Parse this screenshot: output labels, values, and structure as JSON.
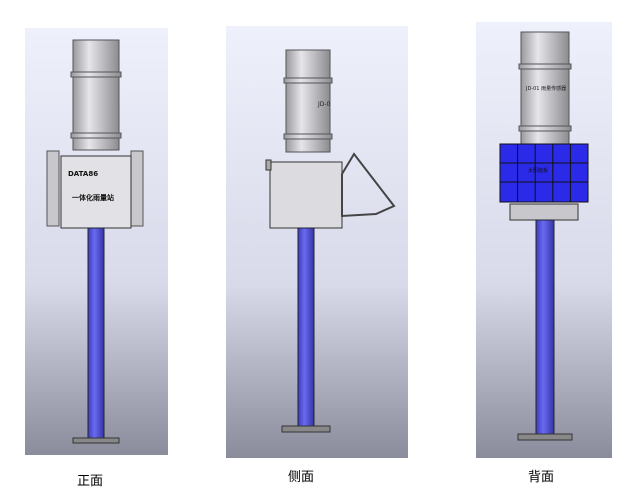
{
  "views": [
    {
      "caption": "正面",
      "box_text": [
        "DATA86",
        "一体化雨量站"
      ]
    },
    {
      "caption": "侧面",
      "box_text": [
        "JD-0"
      ]
    },
    {
      "caption": "背面",
      "box_text": [
        "JD-01 雨量传感器",
        "太阳能板"
      ]
    }
  ],
  "colors": {
    "pole": "#5a5ae0",
    "solar_panel": "#2a2ae8",
    "housing": "#d8d8dc",
    "background_top": "#eef0fb",
    "background_bottom": "#8a8c9c"
  }
}
